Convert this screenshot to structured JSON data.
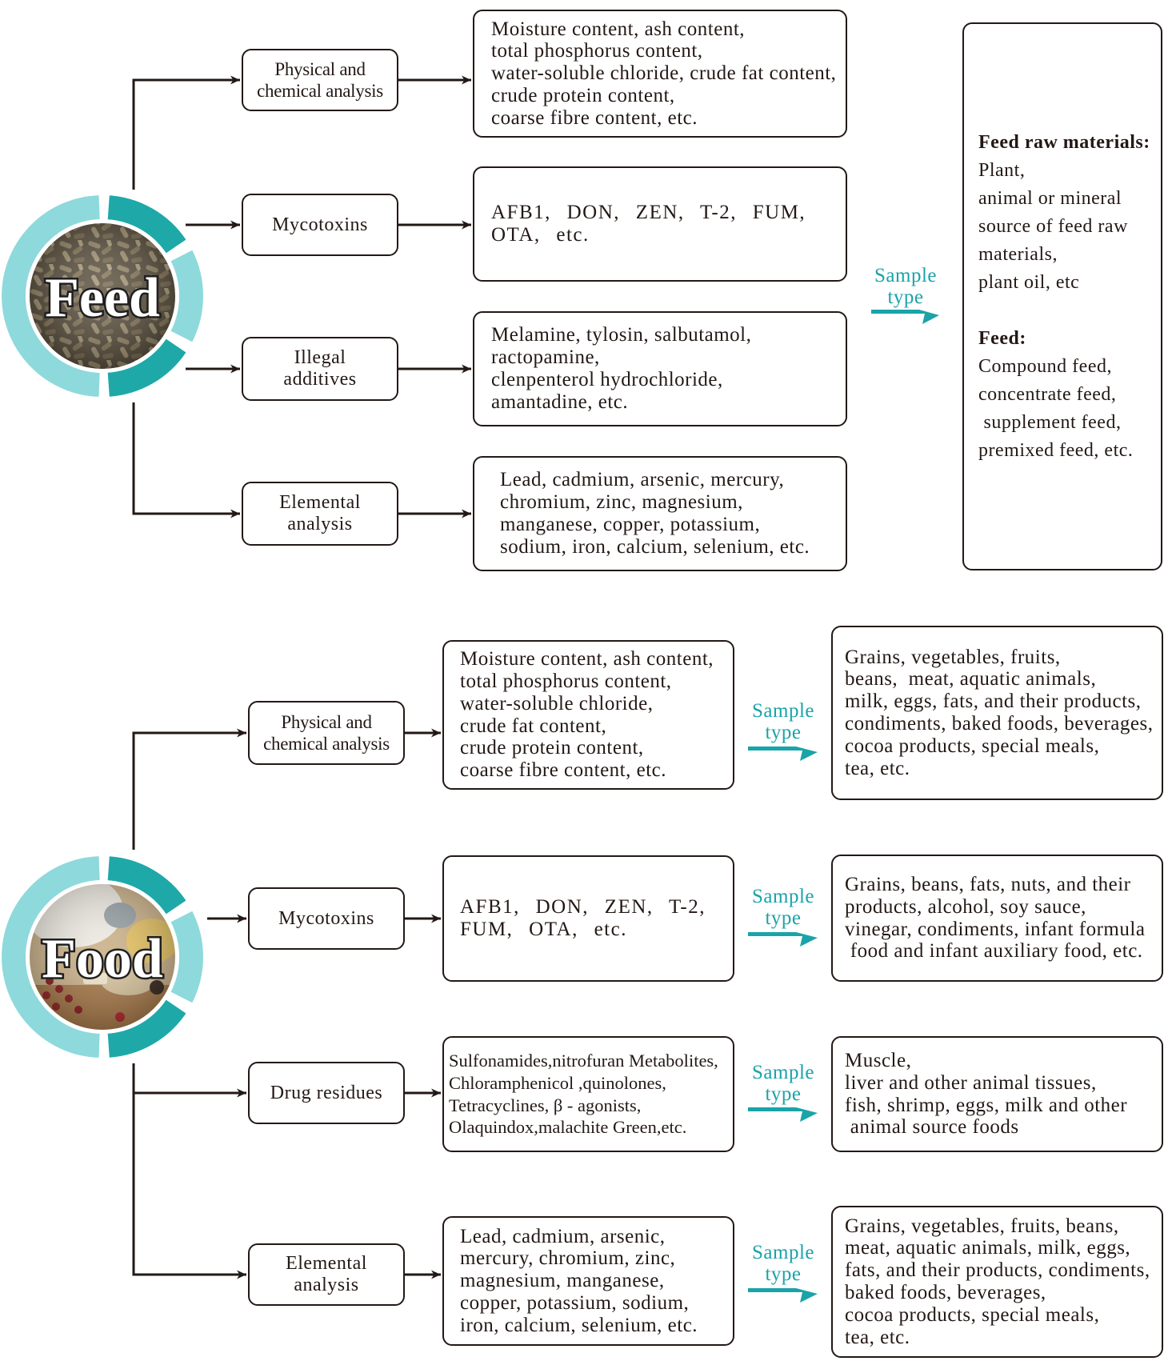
{
  "colors": {
    "accent": "#1aa3a8",
    "ring_light": "#8ed9dc",
    "ring_dark": "#1ea9a8",
    "line": "#231815"
  },
  "sample_type_label": [
    "Sample",
    "type"
  ],
  "feed": {
    "label": "Feed",
    "analyses": [
      {
        "name": [
          "Physical and",
          "chemical analysis"
        ],
        "details": [
          "Moisture content, ash content,",
          "total phosphorus content,",
          "water-soluble chloride, crude fat content,",
          "crude protein content,",
          "coarse fibre content, etc."
        ]
      },
      {
        "name": [
          "Mycotoxins"
        ],
        "details": [
          "AFB1, DON, ZEN, T-2, FUM,",
          "OTA, etc."
        ]
      },
      {
        "name": [
          "Illegal",
          "additives"
        ],
        "details": [
          "Melamine, tylosin, salbutamol,",
          "ractopamine,",
          "clenpenterol hydrochloride,",
          "amantadine, etc."
        ]
      },
      {
        "name": [
          "Elemental",
          "analysis"
        ],
        "details": [
          "Lead, cadmium, arsenic, mercury,",
          "chromium, zinc, magnesium,",
          "manganese, copper, potassium,",
          "sodium, iron, calcium, selenium, etc."
        ]
      }
    ],
    "samples": {
      "raw_heading": "Feed raw materials:",
      "raw_items": [
        "Plant,",
        "animal or mineral",
        "source of feed raw",
        "materials,",
        "plant oil, etc"
      ],
      "feed_heading": "Feed:",
      "feed_items": [
        "Compound feed,",
        "concentrate feed,",
        " supplement feed,",
        "premixed feed, etc."
      ]
    }
  },
  "food": {
    "label": "Food",
    "analyses": [
      {
        "name": [
          "Physical and",
          "chemical analysis"
        ],
        "details": [
          "Moisture content, ash content,",
          "total phosphorus content,",
          "water-soluble chloride,",
          "crude fat content,",
          "crude protein content,",
          "coarse fibre content, etc."
        ],
        "samples": [
          "Grains, vegetables, fruits,",
          "beans,  meat, aquatic animals,",
          "milk, eggs, fats, and their products,",
          "condiments, baked foods, beverages,",
          "cocoa products, special meals,",
          "tea, etc."
        ]
      },
      {
        "name": [
          "Mycotoxins"
        ],
        "details": [
          "AFB1, DON, ZEN, T-2,",
          "FUM, OTA, etc."
        ],
        "samples": [
          "Grains, beans, fats, nuts, and their",
          "products, alcohol, soy sauce,",
          "vinegar, condiments, infant formula",
          " food and infant auxiliary food, etc."
        ]
      },
      {
        "name": [
          "Drug residues"
        ],
        "details": [
          "Sulfonamides,nitrofuran Metabolites,",
          "Chloramphenicol ,quinolones,",
          "Tetracyclines, β - agonists,",
          "Olaquindox,malachite Green,etc."
        ],
        "samples": [
          "Muscle,",
          "liver and other animal tissues,",
          "fish, shrimp, eggs, milk and other",
          " animal source foods"
        ]
      },
      {
        "name": [
          "Elemental",
          "analysis"
        ],
        "details": [
          "Lead, cadmium, arsenic,",
          "mercury, chromium, zinc,",
          "magnesium, manganese,",
          "copper, potassium, sodium,",
          "iron, calcium, selenium, etc."
        ],
        "samples": [
          "Grains, vegetables, fruits, beans,",
          "meat, aquatic animals, milk, eggs,",
          "fats, and their products, condiments,",
          "baked foods, beverages,",
          "cocoa products, special meals,",
          "tea, etc."
        ]
      }
    ]
  }
}
